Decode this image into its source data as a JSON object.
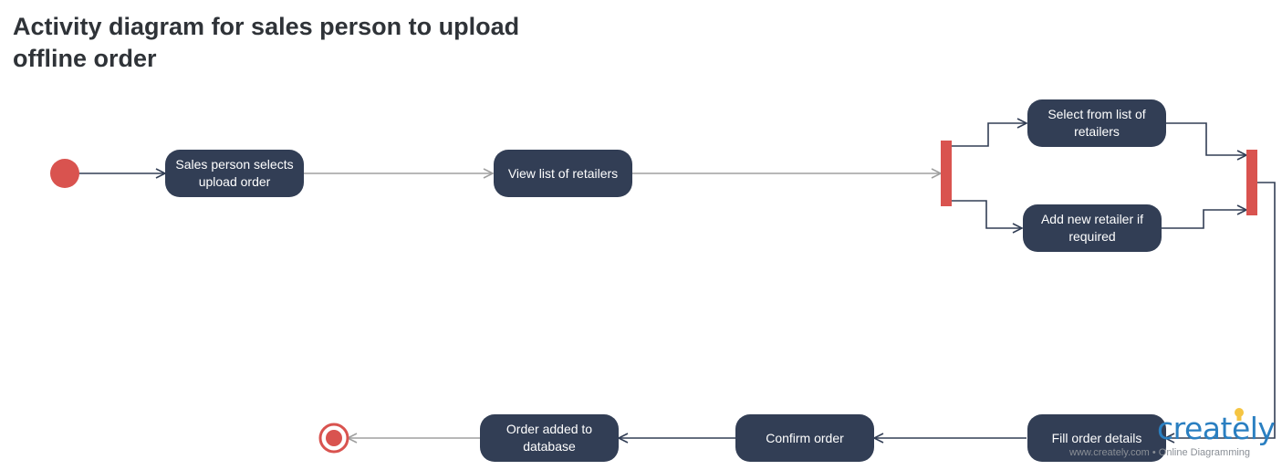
{
  "title": "Activity diagram for sales person to upload offline order",
  "nodes": {
    "sales_select": "Sales person selects upload order",
    "view_list": "View list of retailers",
    "select_from_list": "Select from list of retailers",
    "add_new": "Add new retailer if required",
    "fill_order": "Fill order details",
    "confirm_order": "Confirm order",
    "order_added": "Order added to database"
  },
  "colors": {
    "node_fill": "#323e55",
    "start_node": "#d9534f",
    "fork_bar": "#d9534f",
    "edge": "#323e55",
    "edge_light": "#a0a0a0",
    "logo": "#2a7fc1"
  },
  "logo": {
    "brand": "creately",
    "tagline": "www.creately.com • Online Diagramming"
  }
}
